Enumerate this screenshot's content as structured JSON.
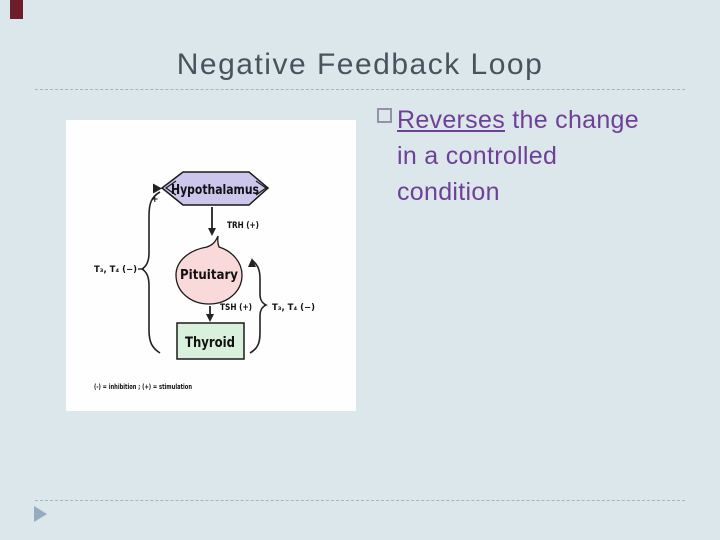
{
  "slide": {
    "title": "Negative Feedback Loop",
    "bullet": {
      "marker": "hollow-square",
      "underlined_text": "Reverses",
      "line1_rest": " the change",
      "line2": "in a controlled",
      "line3": "condition"
    }
  },
  "diagram": {
    "nodes": {
      "hypothalamus": "Hypothalamus",
      "pituitary": "Pituitary",
      "thyroid": "Thyroid"
    },
    "labels": {
      "trh": "TRH (+)",
      "tsh": "TSH (+)",
      "feedback_left": "T₃, T₄ (−)",
      "feedback_right": "T₃, T₄ (−)",
      "plus_mark": "+"
    },
    "legend": "(-) = inhibition ; (+) = stimulation"
  },
  "colors": {
    "background": "#dce7ec",
    "title_text": "#49535e",
    "bullet_text": "#6e4197",
    "bullet_marker_border": "#988fab",
    "accent_bar": "#6e1e2a",
    "nav_triangle": "#96abc1",
    "divider_dashed": "#a5b4bf",
    "hexagon_fill": "#cdc6ec",
    "pituitary_fill": "#f9d9d9",
    "thyroid_fill": "#d9f1dc",
    "figure_background": "#fefefe"
  }
}
